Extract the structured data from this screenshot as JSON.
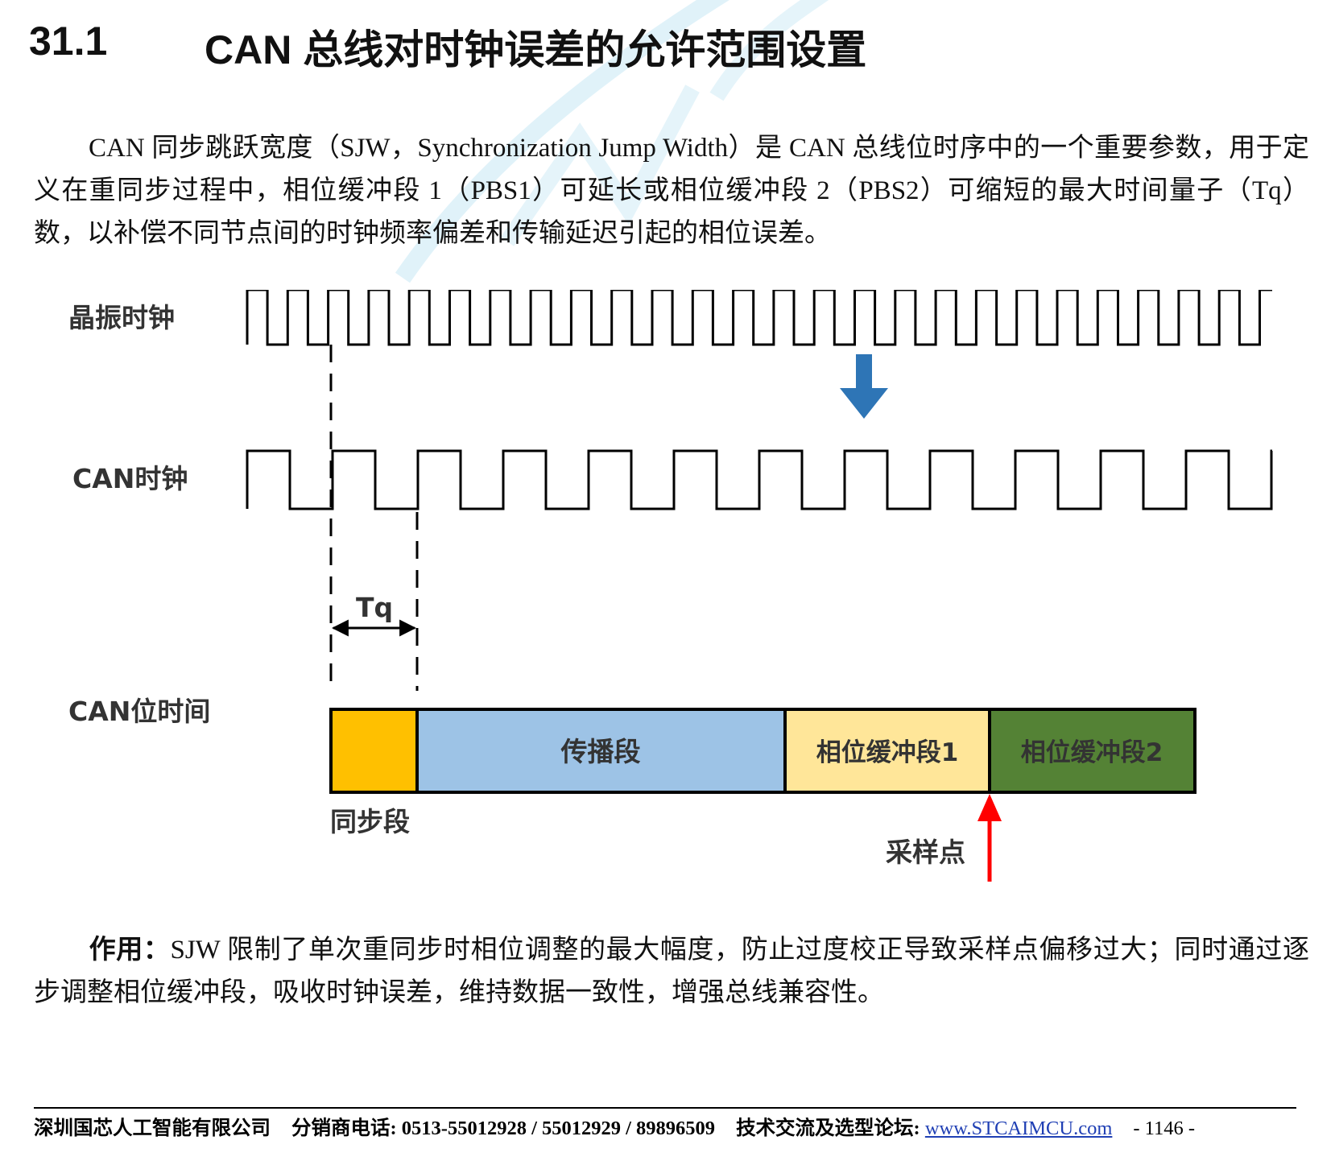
{
  "heading": {
    "number": "31.1",
    "title": "CAN 总线对时钟误差的允许范围设置"
  },
  "intro": {
    "text": "CAN 同步跳跃宽度（SJW，Synchronization Jump Width）是 CAN 总线位时序中的一个重要参数，用于定义在重同步过程中，相位缓冲段 1（PBS1）可延长或相位缓冲段 2（PBS2）可缩短的最大时间量子（Tq）数，以补偿不同节点间的时钟频率偏差和传输延迟引起的相位误差。"
  },
  "diagram": {
    "crystal_clock_label": "晶振时钟",
    "can_clock_label": "CAN时钟",
    "tq_label": "Tq",
    "bit_time_label": "CAN位时间",
    "segments": {
      "sync": "同步段",
      "prop": "传播段",
      "phase1": "相位缓冲段1",
      "phase2": "相位缓冲段2"
    },
    "sample_point_label": "采样点",
    "colors": {
      "sync": "#ffc000",
      "prop": "#9dc3e6",
      "phase1": "#ffe699",
      "phase2": "#548235",
      "down_arrow": "#2e75b6",
      "sample_arrow": "#ff0000"
    }
  },
  "effect": {
    "lead": "作用：",
    "text": "SJW 限制了单次重同步时相位调整的最大幅度，防止过度校正导致采样点偏移过大；同时通过逐步调整相位缓冲段，吸收时钟误差，维持数据一致性，增强总线兼容性。"
  },
  "footer": {
    "company": "深圳国芯人工智能有限公司",
    "sales": "分销商电话: 0513-55012928 / 55012929 / 89896509",
    "forum_label": "技术交流及选型论坛:",
    "forum_url": "www.STCAIMCU.com",
    "page": "- 1146 -"
  }
}
